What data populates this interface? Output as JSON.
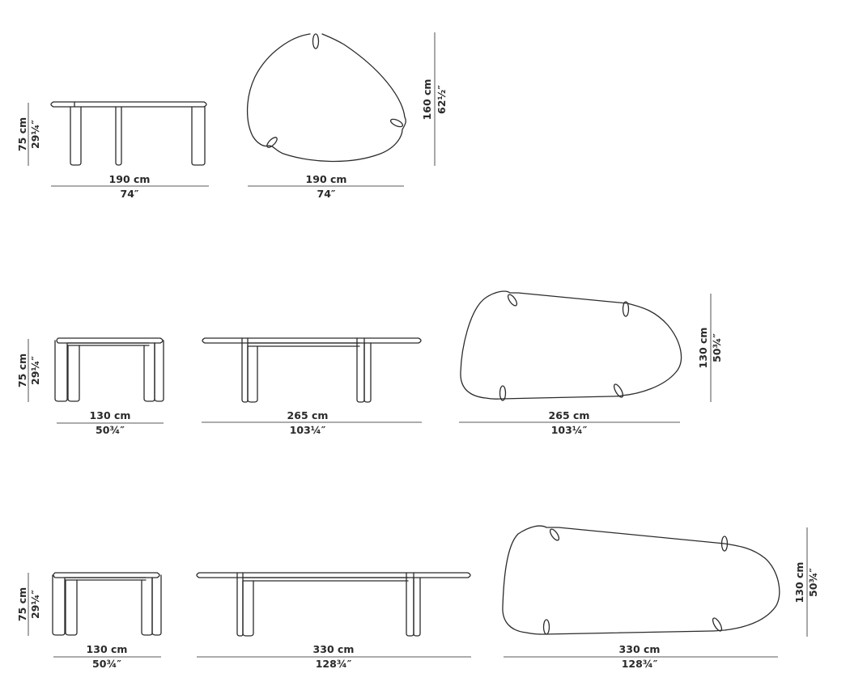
{
  "rows": [
    {
      "name": "row-190",
      "side": {
        "height_cm": "75 cm",
        "height_in": "29¼″",
        "width_cm": "190 cm",
        "width_in": "74″"
      },
      "top": {
        "width_cm": "190 cm",
        "width_in": "74″",
        "depth_cm": "160 cm",
        "depth_in": "62½″"
      }
    },
    {
      "name": "row-265",
      "end": {
        "height_cm": "75 cm",
        "height_in": "29¼″",
        "width_cm": "130 cm",
        "width_in": "50¾″"
      },
      "side": {
        "width_cm": "265 cm",
        "width_in": "103¼″"
      },
      "top": {
        "width_cm": "265 cm",
        "width_in": "103¼″",
        "depth_cm": "130 cm",
        "depth_in": "50¾″"
      }
    },
    {
      "name": "row-330",
      "end": {
        "height_cm": "75 cm",
        "height_in": "29¼″",
        "width_cm": "130 cm",
        "width_in": "50¾″"
      },
      "side": {
        "width_cm": "330 cm",
        "width_in": "128¾″"
      },
      "top": {
        "width_cm": "330 cm",
        "width_in": "128¾″",
        "depth_cm": "130 cm",
        "depth_in": "50¾″"
      }
    }
  ],
  "colors": {
    "ink": "#2b2b2b",
    "dimension_line": "#7a7a7a",
    "background": "#ffffff"
  }
}
